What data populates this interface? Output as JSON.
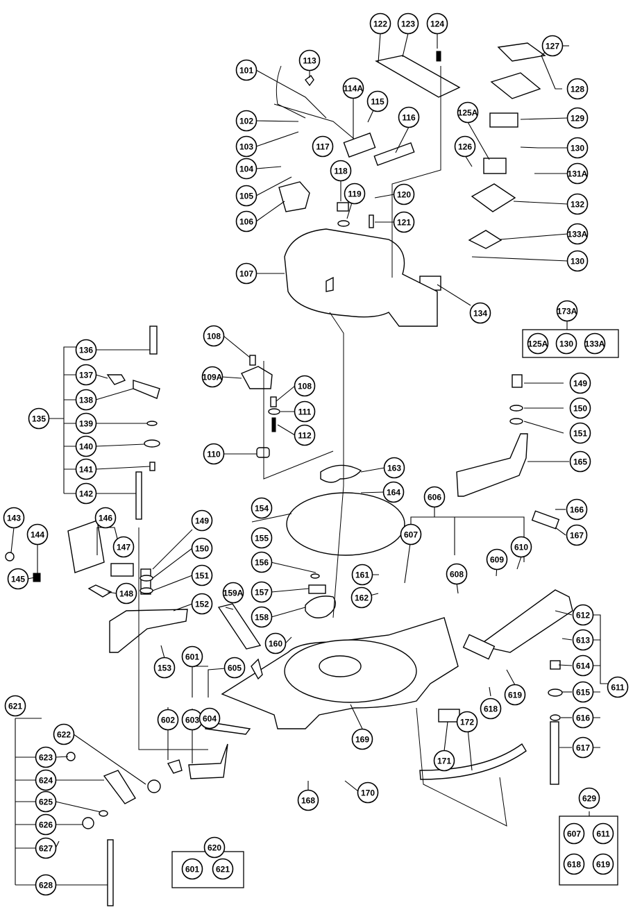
{
  "callouts": {
    "c101": "101",
    "c102": "102",
    "c103": "103",
    "c104": "104",
    "c105": "105",
    "c106": "106",
    "c107": "107",
    "c108a": "108",
    "c108b": "108",
    "c109A": "109A",
    "c110": "110",
    "c111": "111",
    "c112": "112",
    "c113": "113",
    "c114A": "114A",
    "c115": "115",
    "c116": "116",
    "c117": "117",
    "c118": "118",
    "c119": "119",
    "c120": "120",
    "c121": "121",
    "c122": "122",
    "c123": "123",
    "c124": "124",
    "c125A": "125A",
    "c126": "126",
    "c127": "127",
    "c128": "128",
    "c129": "129",
    "c130a": "130",
    "c130b": "130",
    "c131A": "131A",
    "c132": "132",
    "c133A": "133A",
    "c134": "134",
    "c135": "135",
    "c136": "136",
    "c137": "137",
    "c138": "138",
    "c139": "139",
    "c140": "140",
    "c141": "141",
    "c142": "142",
    "c143": "143",
    "c144": "144",
    "c145": "145",
    "c146": "146",
    "c147": "147",
    "c148": "148",
    "c149a": "149",
    "c149b": "149",
    "c150a": "150",
    "c150b": "150",
    "c151a": "151",
    "c151b": "151",
    "c152": "152",
    "c153": "153",
    "c154": "154",
    "c155": "155",
    "c156": "156",
    "c157": "157",
    "c158": "158",
    "c159A": "159A",
    "c160": "160",
    "c161": "161",
    "c162": "162",
    "c163": "163",
    "c164": "164",
    "c165": "165",
    "c166": "166",
    "c167": "167",
    "c168": "168",
    "c169": "169",
    "c170": "170",
    "c171": "171",
    "c172": "172",
    "c173A": "173A",
    "c601": "601",
    "c602": "602",
    "c603": "603",
    "c604": "604",
    "c605": "605",
    "c606": "606",
    "c607": "607",
    "c608": "608",
    "c609": "609",
    "c610": "610",
    "c611": "611",
    "c612": "612",
    "c613": "613",
    "c614": "614",
    "c615": "615",
    "c616": "616",
    "c617": "617",
    "c618": "618",
    "c619": "619",
    "c620": "620",
    "c621": "621",
    "c622": "622",
    "c623": "623",
    "c624": "624",
    "c625": "625",
    "c626": "626",
    "c627": "627",
    "c628": "628",
    "c629": "629"
  },
  "kit_boxes": {
    "kit173A": {
      "items": [
        "125A",
        "130",
        "133A"
      ],
      "separator": "~"
    },
    "kit620": {
      "items": [
        "601",
        "621"
      ]
    },
    "kit629": {
      "items": [
        "607",
        "611",
        "618",
        "619"
      ]
    }
  }
}
